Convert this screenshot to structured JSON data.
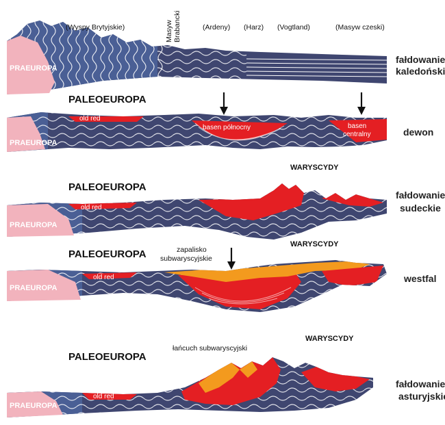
{
  "panel1": {
    "regions": [
      "(Wyspy Brytyjskie)",
      "Masyw",
      "Brabancki",
      "(Ardeny)",
      "(Harz)",
      "(Vogtland)",
      "(Masyw czeski)"
    ],
    "praeuropa": "PRAEUROPA",
    "stage": [
      "fałdowanie",
      "kaledońskie"
    ]
  },
  "panel2": {
    "paleoeuropa": "PALEOEUROPA",
    "praeuropa": "PRAEUROPA",
    "old_red": "old red",
    "basen_polnocny": "basen północny",
    "basen_centralny": [
      "basen",
      "centralny"
    ],
    "stage": "dewon"
  },
  "panel3": {
    "paleoeuropa": "PALEOEUROPA",
    "praeuropa": "PRAEUROPA",
    "old_red": "old red",
    "waryscydy": "WARYSCYDY",
    "stage": [
      "fałdowanie",
      "sudeckie"
    ]
  },
  "panel4": {
    "paleoeuropa": "PALEOEUROPA",
    "praeuropa": "PRAEUROPA",
    "old_red": "old red",
    "zapadlisko": [
      "zapalisko",
      "subwaryscyjskie"
    ],
    "waryscydy": "WARYSCYDY",
    "stage": "westfal"
  },
  "panel5": {
    "paleoeuropa": "PALEOEUROPA",
    "praeuropa": "PRAEUROPA",
    "old_red": "old red",
    "lancuch": "łańcuch subwaryscyjski",
    "waryscydy": "WARYSCYDY",
    "stage": [
      "fałdowanie",
      "asturyjskie"
    ]
  },
  "colors": {
    "basement": "#3f4670",
    "basement_blue": "#4a5f95",
    "praeuropa": "#f2b3bd",
    "red_sediment": "#e41f23",
    "orange_sediment": "#f39a1e",
    "fold_lines": "#ffffff"
  }
}
